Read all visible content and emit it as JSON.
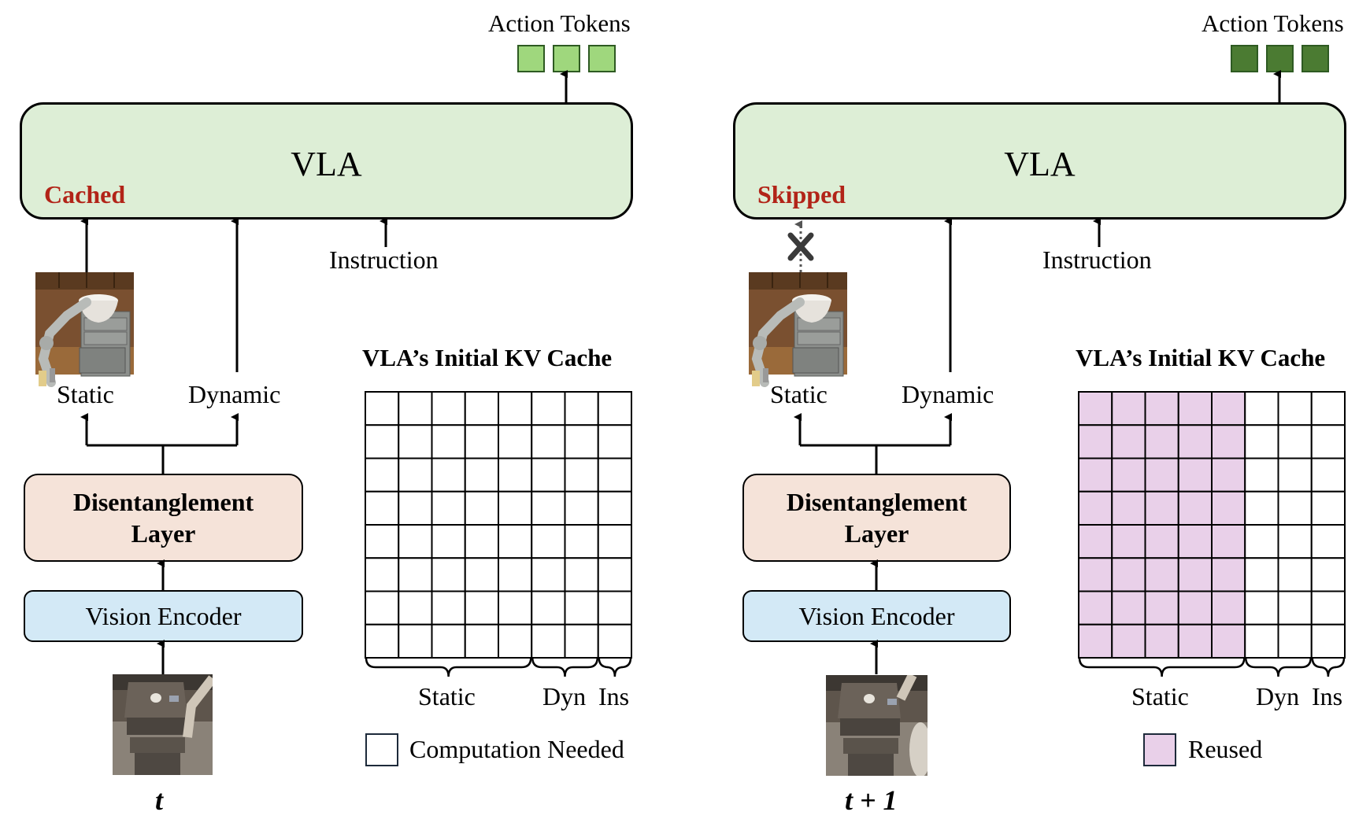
{
  "panels": [
    {
      "id": "t",
      "action_tokens_label": "Action Tokens",
      "token_color": "#9fd77d",
      "vla_label": "VLA",
      "vla_status": "Cached",
      "instruction_label": "Instruction",
      "static_label": "Static",
      "dynamic_label": "Dynamic",
      "static_path": "active",
      "disentangle_label_line1": "Disentanglement",
      "disentangle_label_line2": "Layer",
      "vision_encoder_label": "Vision Encoder",
      "time_label": "t",
      "kv_cache": {
        "title": "VLA’s Initial KV Cache",
        "rows": 8,
        "groups": [
          {
            "label": "Static",
            "columns": 5,
            "state": "computation"
          },
          {
            "label": "Dyn",
            "columns": 2,
            "state": "computation"
          },
          {
            "label": "Ins",
            "columns": 1,
            "state": "computation"
          }
        ],
        "legend_label": "Computation Needed",
        "legend_color": "#ffffff"
      }
    },
    {
      "id": "t_plus_1",
      "action_tokens_label": "Action Tokens",
      "token_color": "#4b7b32",
      "vla_label": "VLA",
      "vla_status": "Skipped",
      "instruction_label": "Instruction",
      "static_label": "Static",
      "dynamic_label": "Dynamic",
      "static_path": "skipped",
      "disentangle_label_line1": "Disentanglement",
      "disentangle_label_line2": "Layer",
      "vision_encoder_label": "Vision Encoder",
      "time_label": "t + 1",
      "kv_cache": {
        "title": "VLA’s Initial KV Cache",
        "rows": 8,
        "groups": [
          {
            "label": "Static",
            "columns": 5,
            "state": "reused"
          },
          {
            "label": "Dyn",
            "columns": 2,
            "state": "computation"
          },
          {
            "label": "Ins",
            "columns": 1,
            "state": "computation"
          }
        ],
        "legend_label": "Reused",
        "legend_color": "#e9d0e9"
      }
    }
  ],
  "colors": {
    "vla_fill": "#ddeed6",
    "status_text": "#b22418",
    "disentangle_fill": "#f5e3d9",
    "vision_encoder_fill": "#d3e9f6",
    "reused_fill": "#e9d0e9",
    "computation_fill": "#ffffff"
  }
}
